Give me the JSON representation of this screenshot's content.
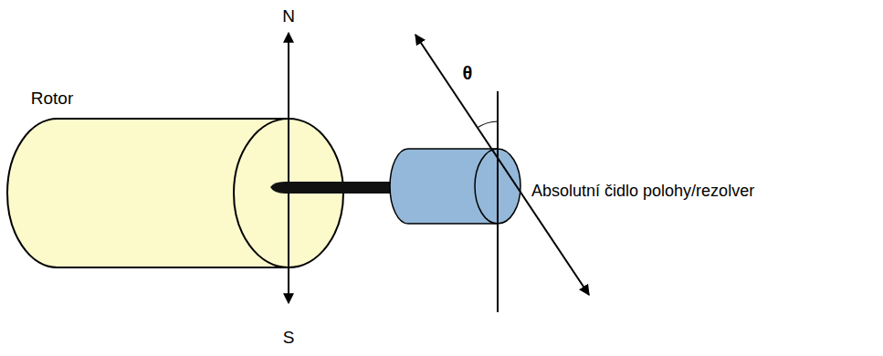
{
  "diagram": {
    "labels": [
      "N",
      "Rotor",
      "θ",
      "Absolutní čidlo polohy/rezolver",
      "S"
    ]
  }
}
